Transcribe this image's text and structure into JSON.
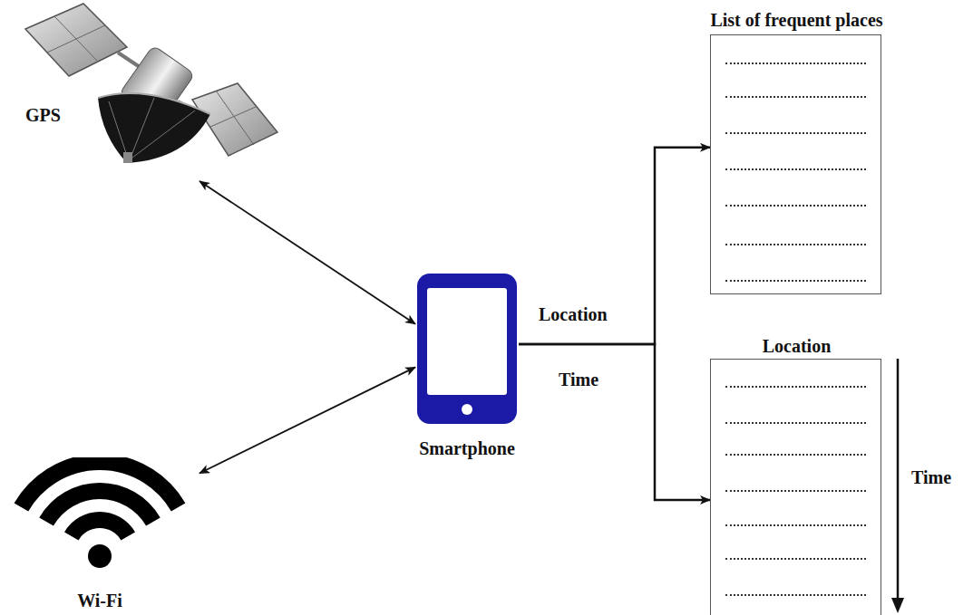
{
  "diagram": {
    "nodes": [
      {
        "text": [
          "GPS"
        ]
      },
      {
        "text": [
          "Wi-Fi"
        ]
      },
      {
        "text": [
          "Smartphone"
        ]
      },
      {
        "text": [
          "List of frequent places"
        ]
      },
      {
        "text": [
          "Location"
        ]
      }
    ],
    "edges": [
      {
        "from": 0,
        "to": 2,
        "arrow": "both"
      },
      {
        "from": 1,
        "to": 2,
        "arrow": "both"
      },
      {
        "from": 2,
        "to": 3,
        "arrow": "to"
      },
      {
        "from": 2,
        "to": 4,
        "arrow": "to"
      }
    ],
    "labels": [
      "Location",
      "Time",
      "Time"
    ]
  }
}
